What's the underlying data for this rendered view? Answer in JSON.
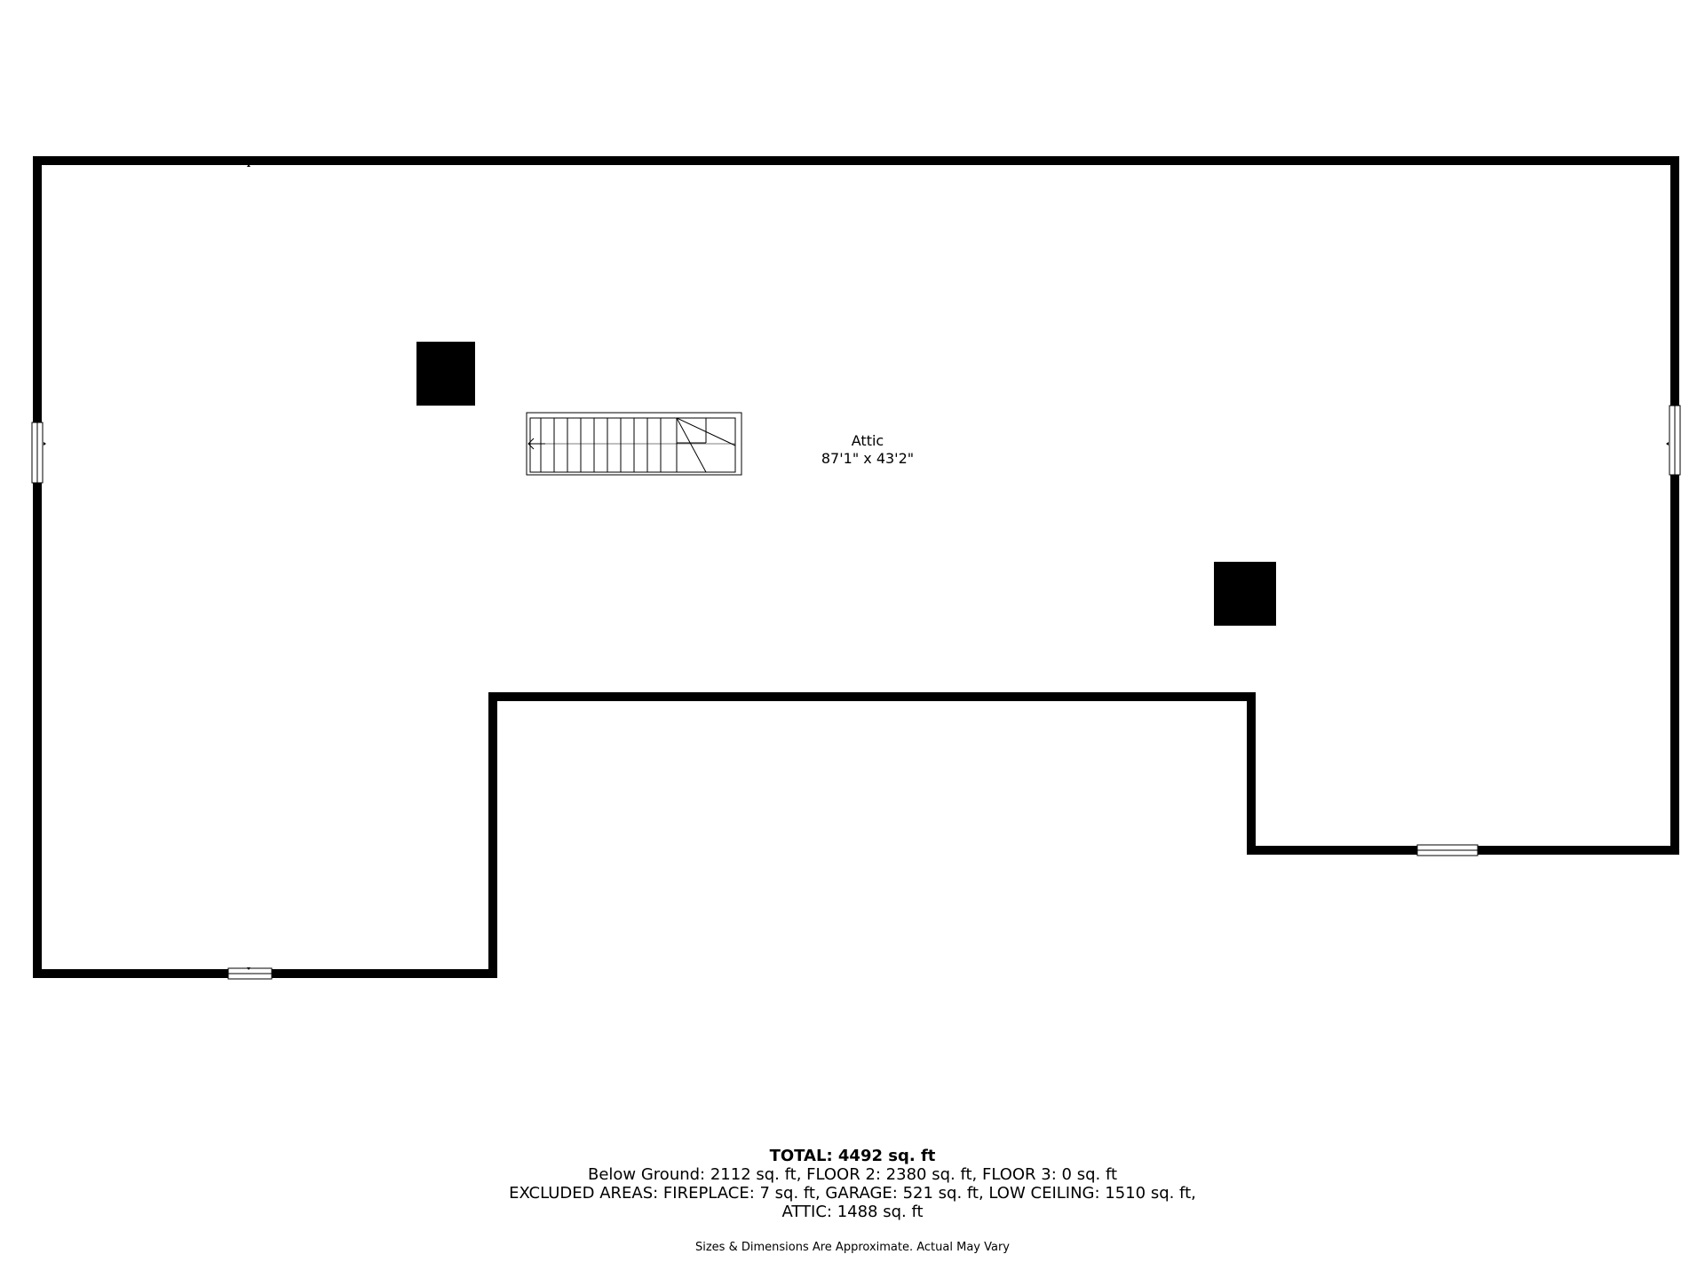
{
  "room": {
    "name": "Attic",
    "dimensions": "87'1\" x 43'2\""
  },
  "summary": {
    "total": "TOTAL: 4492 sq. ft",
    "line1": "Below Ground: 2112 sq. ft, FLOOR 2: 2380 sq. ft, FLOOR 3: 0 sq. ft",
    "line2": "EXCLUDED AREAS: FIREPLACE: 7 sq. ft, GARAGE: 521 sq. ft, LOW CEILING: 1510 sq. ft,",
    "line3": "ATTIC: 1488 sq. ft"
  },
  "disclaimer": "Sizes & Dimensions Are Approximate. Actual May Vary",
  "colors": {
    "wall": "#000000",
    "background": "#ffffff"
  }
}
